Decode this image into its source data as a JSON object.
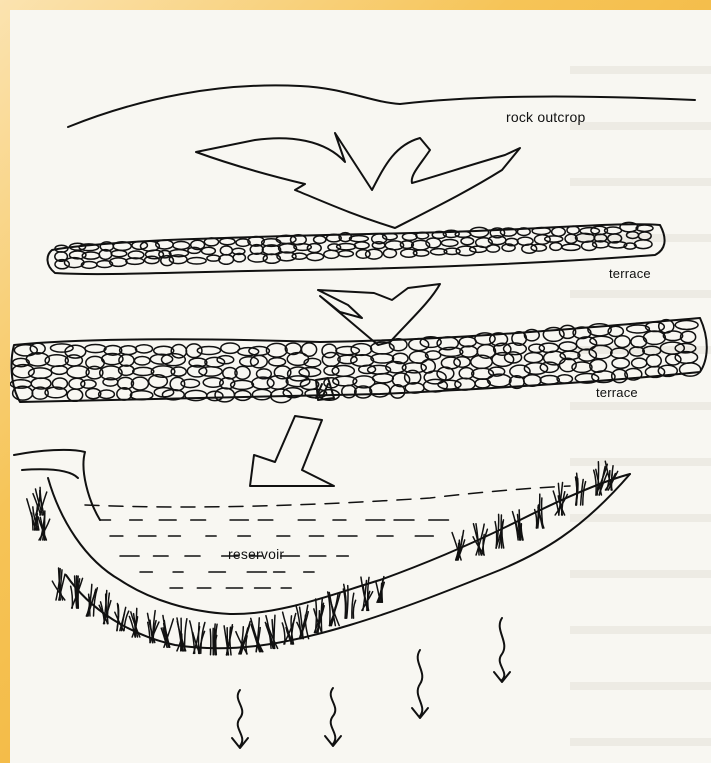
{
  "diagram": {
    "labels": {
      "rock_outcrop": "rock outcrop",
      "terrace_1": "terrace",
      "terrace_2": "terrace",
      "reservoir": "reservoir"
    }
  }
}
